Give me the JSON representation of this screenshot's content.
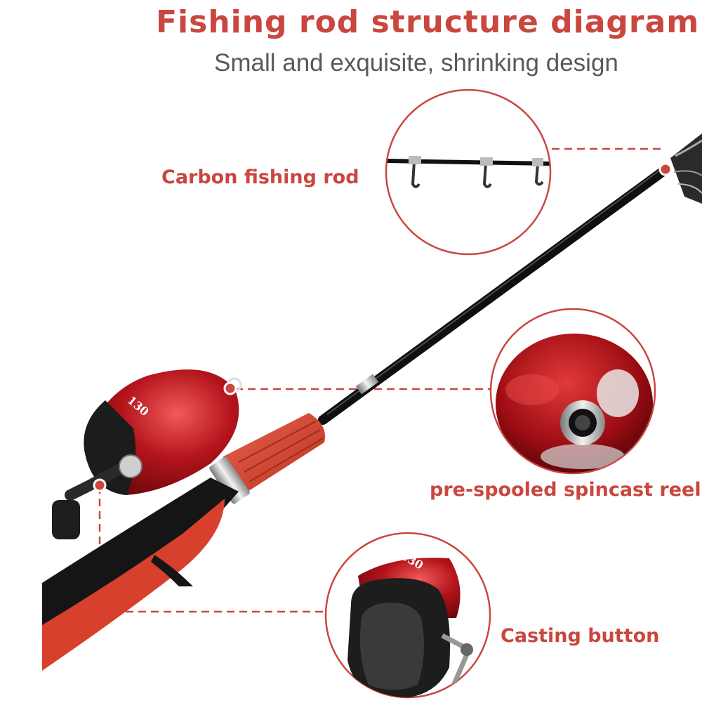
{
  "header": {
    "title": "Fishing rod structure diagram",
    "subtitle": "Small and exquisite, shrinking design"
  },
  "callouts": {
    "rod": "Carbon fishing rod",
    "reel": "pre-spooled spincast reel",
    "button": "Casting button"
  },
  "reel_marking": "130",
  "colors": {
    "accent": "#c9473f",
    "reel_red": "#b3141b",
    "rod_black": "#111111",
    "handle_red": "#d0402e"
  }
}
